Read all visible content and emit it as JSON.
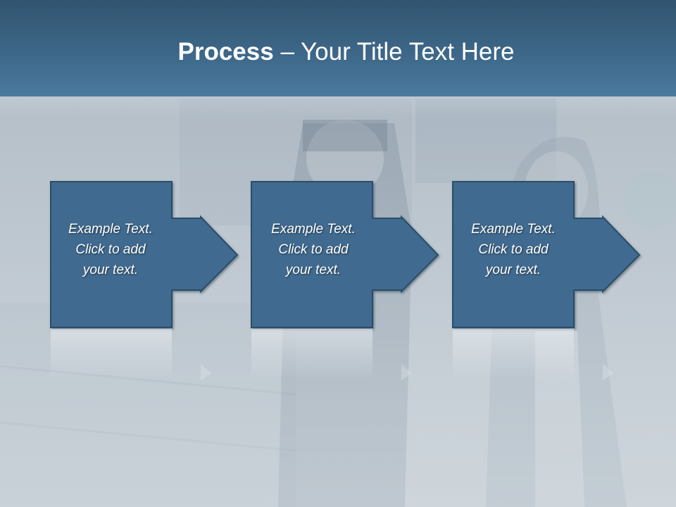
{
  "title": {
    "bold": "Process",
    "rest": " – Your Title Text Here"
  },
  "colors": {
    "title_bar": "#3d6788",
    "box_fill": "#3f6a8f",
    "box_border": "#2c4d69",
    "background": "#bcc6ce"
  },
  "steps": [
    {
      "line1": "Example Text.",
      "line2": "Click  to add",
      "line3": "your text."
    },
    {
      "line1": "Example Text.",
      "line2": "Click  to add",
      "line3": "your text."
    },
    {
      "line1": "Example Text.",
      "line2": "Click  to add",
      "line3": "your text."
    }
  ]
}
